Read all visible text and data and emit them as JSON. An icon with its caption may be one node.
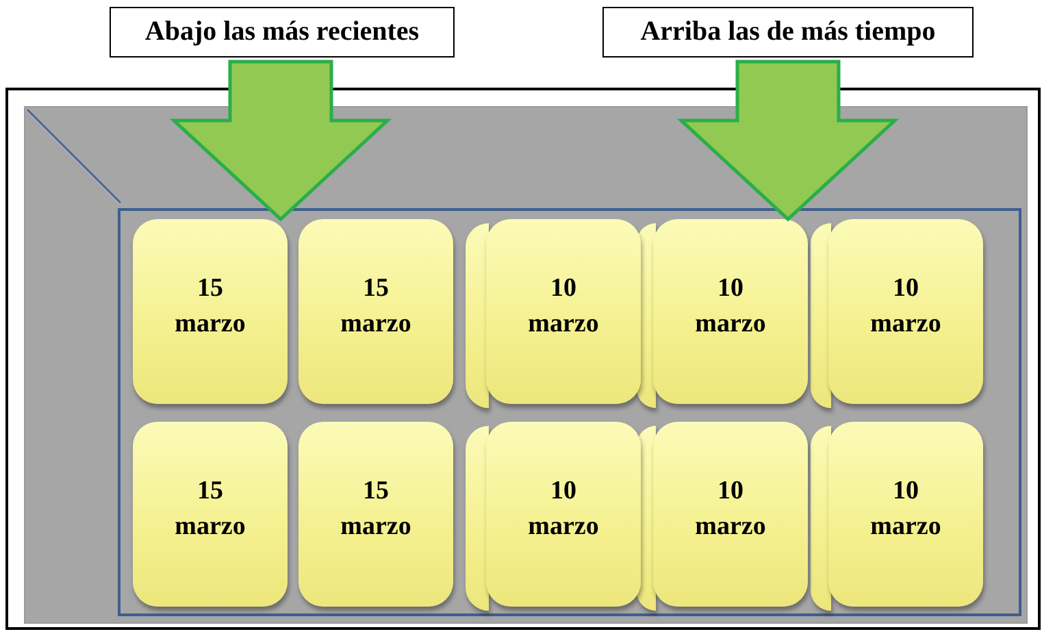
{
  "diagram": {
    "nodes": [
      {
        "text": [
          "Abajo las más recientes"
        ]
      },
      {
        "text": [
          "Arriba las de más tiempo"
        ]
      },
      {
        "text": [
          "15 marzo"
        ]
      },
      {
        "text": [
          "15 marzo"
        ]
      },
      {
        "text": [],
        "shape": "box"
      },
      {
        "text": [
          "10 marzo"
        ]
      },
      {
        "text": [],
        "shape": "box"
      },
      {
        "text": [
          "10 marzo"
        ]
      },
      {
        "text": [],
        "shape": "box"
      },
      {
        "text": [
          "10 marzo"
        ]
      },
      {
        "text": [
          "15 marzo"
        ]
      },
      {
        "text": [
          "15 marzo"
        ]
      },
      {
        "text": [],
        "shape": "box"
      },
      {
        "text": [
          "10 marzo"
        ]
      },
      {
        "text": [],
        "shape": "box"
      },
      {
        "text": [
          "10 marzo"
        ]
      },
      {
        "text": [],
        "shape": "box"
      },
      {
        "text": [
          "10 marzo"
        ]
      }
    ],
    "edges": [
      {
        "from": 0,
        "to": 2,
        "arrow": "to",
        "style": "thick",
        "color": "#92c953"
      },
      {
        "from": 1,
        "to": 7,
        "arrow": "to",
        "style": "thick",
        "color": "#92c953"
      }
    ]
  }
}
